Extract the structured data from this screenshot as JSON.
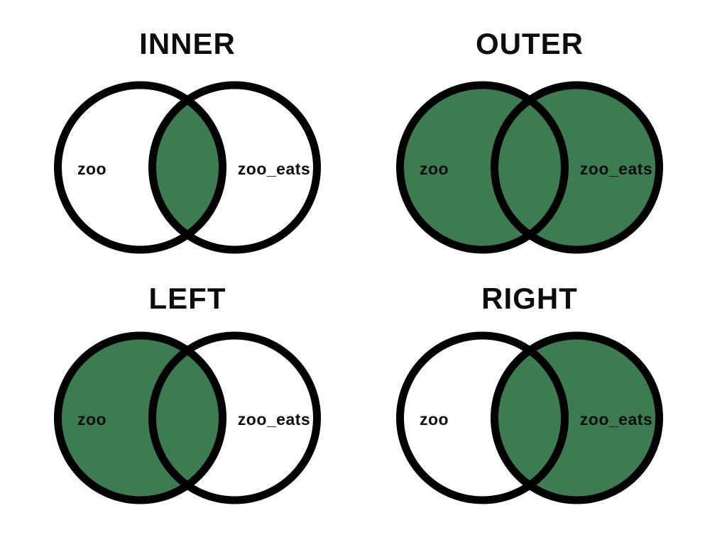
{
  "page": {
    "background": "#ffffff"
  },
  "colors": {
    "shaded_fill": "#3D7C52",
    "unshaded_fill": "#ffffff",
    "outline": "#000000",
    "text": "#0d0d0d"
  },
  "diagrams": [
    {
      "id": "inner",
      "title": "INNER",
      "left_label": "zoo",
      "right_label": "zoo_eats",
      "regions": {
        "left": false,
        "intersection": true,
        "right": false
      }
    },
    {
      "id": "outer",
      "title": "OUTER",
      "left_label": "zoo",
      "right_label": "zoo_eats",
      "regions": {
        "left": true,
        "intersection": true,
        "right": true
      }
    },
    {
      "id": "left",
      "title": "LEFT",
      "left_label": "zoo",
      "right_label": "zoo_eats",
      "regions": {
        "left": true,
        "intersection": true,
        "right": false
      }
    },
    {
      "id": "right",
      "title": "RIGHT",
      "left_label": "zoo",
      "right_label": "zoo_eats",
      "regions": {
        "left": false,
        "intersection": true,
        "right": true
      }
    }
  ]
}
